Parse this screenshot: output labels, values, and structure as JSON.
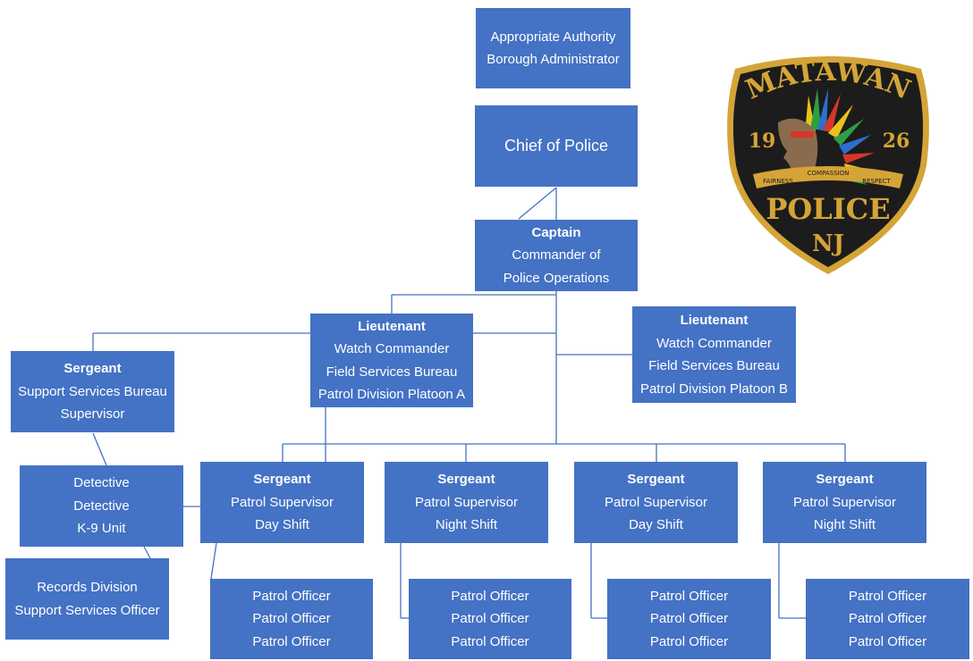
{
  "chart": {
    "authority": [
      "Appropriate Authority",
      "Borough Administrator"
    ],
    "chief": "Chief of Police",
    "captain": {
      "rank": "Captain",
      "lines": [
        "Commander of",
        "Police Operations"
      ]
    },
    "lt_a": {
      "rank": "Lieutenant",
      "lines": [
        "Watch Commander",
        "Field Services Bureau",
        "Patrol Division Platoon A"
      ]
    },
    "lt_b": {
      "rank": "Lieutenant",
      "lines": [
        "Watch Commander",
        "Field Services Bureau",
        "Patrol Division Platoon B"
      ]
    },
    "support_sgt": {
      "rank": "Sergeant",
      "lines": [
        "Support Services Bureau",
        "Supervisor"
      ]
    },
    "detective": [
      "Detective",
      "Detective",
      "K-9 Unit"
    ],
    "records": [
      "Records Division",
      "Support Services Officer"
    ],
    "patrol_sgts": [
      {
        "rank": "Sergeant",
        "lines": [
          "Patrol Supervisor",
          "Day Shift"
        ]
      },
      {
        "rank": "Sergeant",
        "lines": [
          "Patrol Supervisor",
          "Night Shift"
        ]
      },
      {
        "rank": "Sergeant",
        "lines": [
          "Patrol Supervisor",
          "Day Shift"
        ]
      },
      {
        "rank": "Sergeant",
        "lines": [
          "Patrol Supervisor",
          "Night Shift"
        ]
      }
    ],
    "officers": [
      [
        "Patrol Officer",
        "Patrol Officer",
        "Patrol Officer"
      ],
      [
        "Patrol Officer",
        "Patrol Officer",
        "Patrol Officer"
      ],
      [
        "Patrol Officer",
        "Patrol Officer",
        "Patrol Officer"
      ],
      [
        "Patrol Officer",
        "Patrol Officer",
        "Patrol Officer"
      ]
    ]
  },
  "badge": {
    "top_text": "MATAWAN",
    "year_left": "19",
    "year_right": "26",
    "ribbon": [
      "FAIRNESS",
      "COMPASSION",
      "RESPECT"
    ],
    "bottom_text": "POLICE",
    "state": "NJ"
  },
  "colors": {
    "box": "#4472c4",
    "line": "#4472c4",
    "badge_bg": "#1c1c1c",
    "badge_gold": "#d4a437"
  }
}
